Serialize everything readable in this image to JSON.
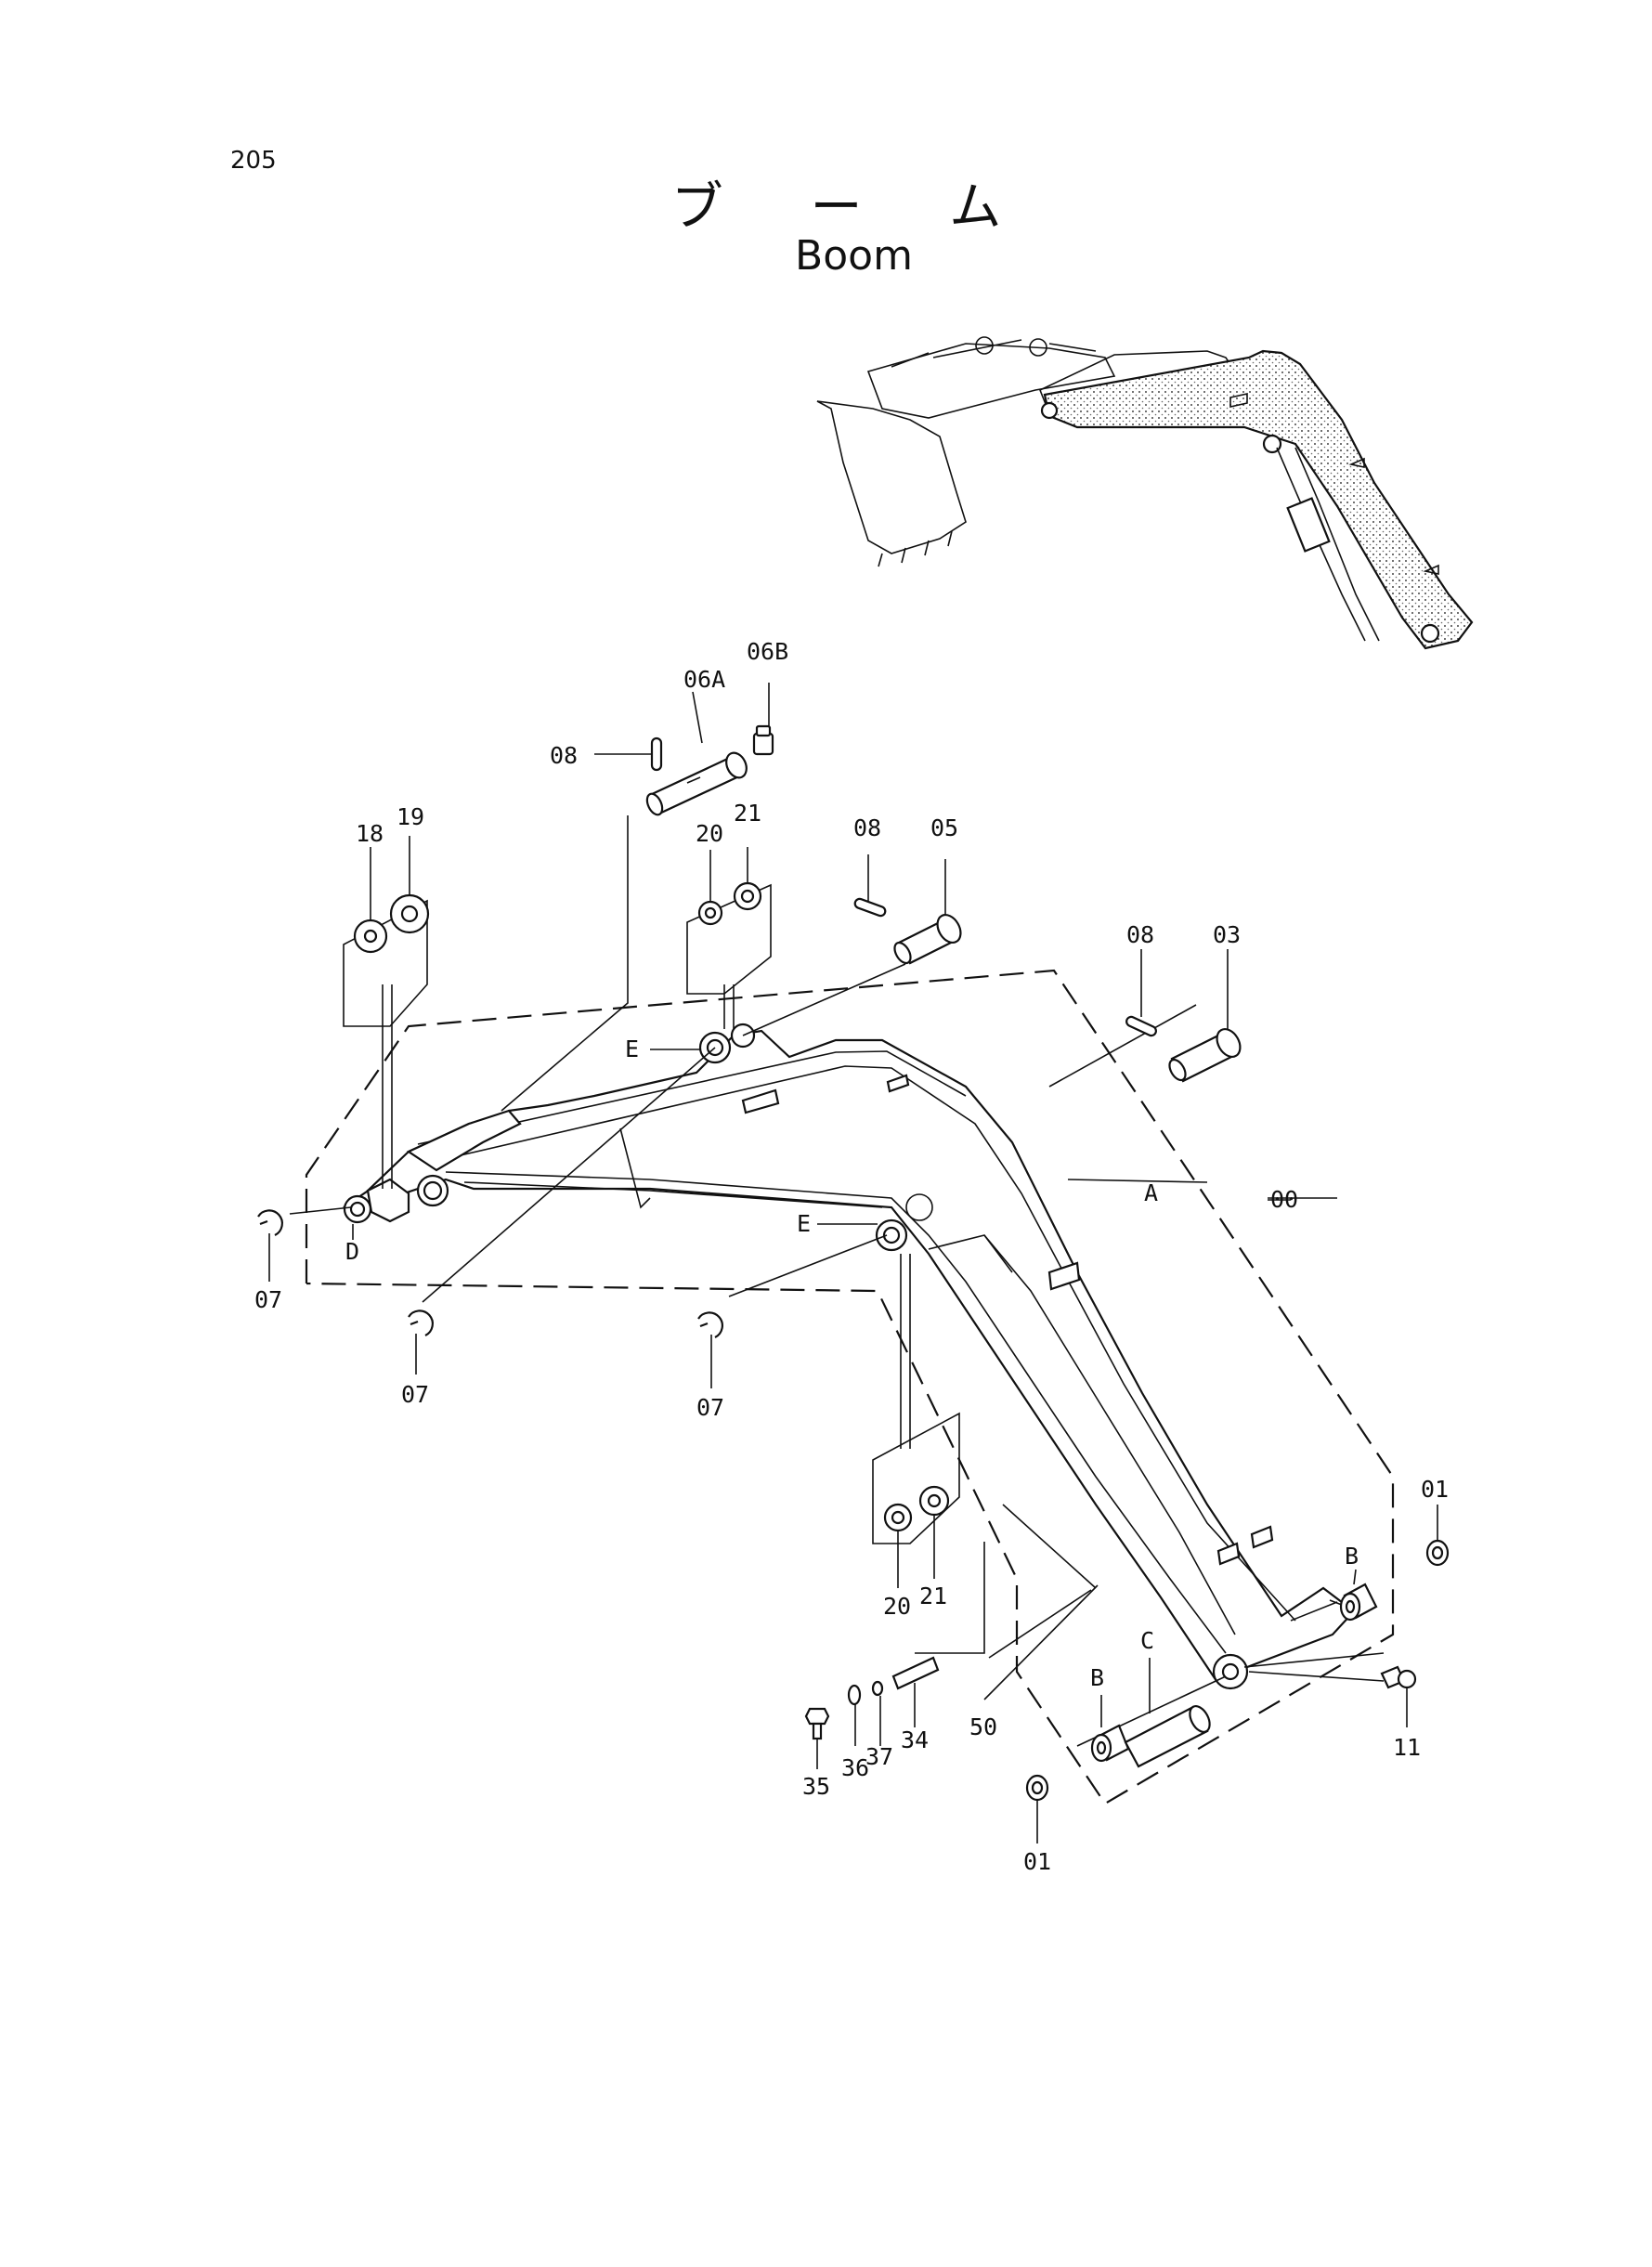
{
  "page_number": "205",
  "title_jp": "ブ ー ム",
  "title_en": "Boom",
  "labels": {
    "l06B": "06B",
    "l06A": "06A",
    "l08a": "08",
    "l18": "18",
    "l19": "19",
    "l20a": "20",
    "l21a": "21",
    "l08b": "08",
    "l05": "05",
    "l08c": "08",
    "l03": "03",
    "lEa": "E",
    "lA": "A",
    "l00": "00",
    "lD": "D",
    "lEb": "E",
    "l07a": "07",
    "l07b": "07",
    "l07c": "07",
    "l20b": "20",
    "l21b": "21",
    "l50": "50",
    "l34": "34",
    "l37": "37",
    "l36": "36",
    "l35": "35",
    "lB1": "B",
    "lC": "C",
    "lB2": "B",
    "l01a": "01",
    "l01b": "01",
    "l11": "11"
  }
}
